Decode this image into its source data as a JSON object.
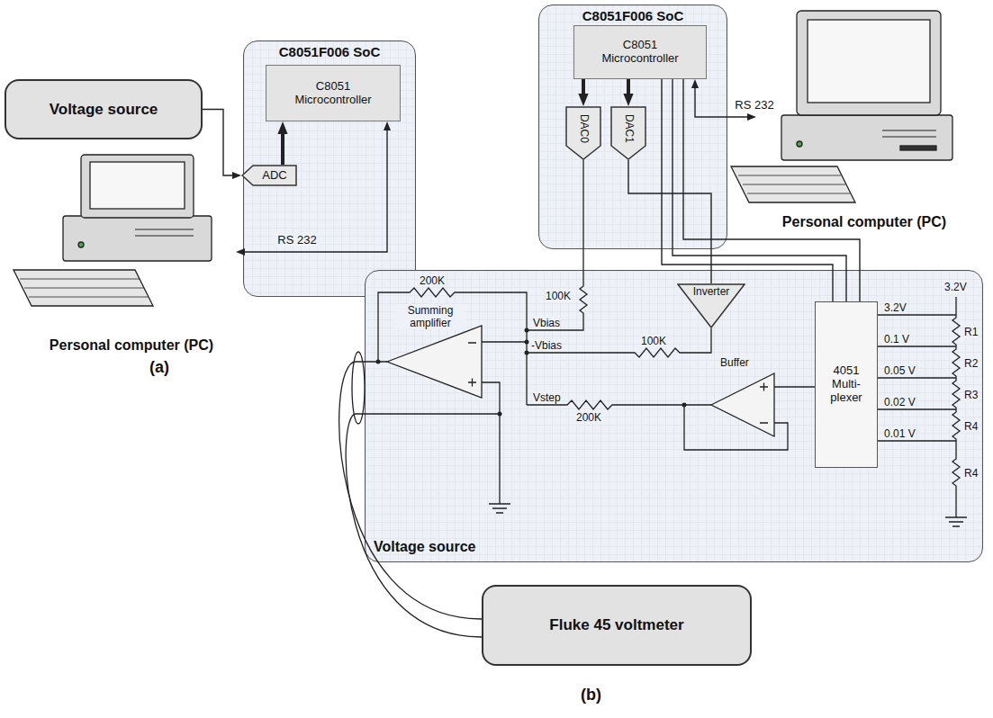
{
  "diagram": {
    "nodes": [
      {
        "text": [
          "Voltage source"
        ]
      },
      {
        "text": [
          "C8051F006 SoC"
        ]
      },
      {
        "text": [
          "C8051 Microcontroller"
        ],
        "in": 1
      },
      {
        "text": [
          "ADC"
        ],
        "in": 1
      },
      {
        "text": [
          "Personal computer (PC)"
        ]
      },
      {
        "text": [
          "C8051F006 SoC"
        ]
      },
      {
        "text": [
          "C8051 Microcontroller"
        ],
        "in": 5
      },
      {
        "text": [
          "DAC0"
        ],
        "in": 5
      },
      {
        "text": [
          "DAC1"
        ],
        "in": 5
      },
      {
        "text": [
          "Personal computer (PC)"
        ]
      },
      {
        "text": [
          "Voltage source"
        ]
      },
      {
        "text": [
          "Inverter"
        ],
        "in": 10
      },
      {
        "text": [
          "4051 Multi- plexer"
        ],
        "in": 10
      },
      {
        "text": [
          "Fluke 45 voltmeter"
        ]
      }
    ],
    "edges": [
      {
        "from": 0,
        "to": 3,
        "arrow": "to"
      },
      {
        "from": 3,
        "to": 2,
        "arrow": "to"
      },
      {
        "from": 2,
        "to": 4,
        "arrow": "both",
        "label": "RS 232"
      },
      {
        "from": 6,
        "to": 7,
        "arrow": "to"
      },
      {
        "from": 6,
        "to": 8,
        "arrow": "to"
      },
      {
        "from": 8,
        "to": 11,
        "arrow": "none"
      },
      {
        "from": 6,
        "to": 12,
        "arrow": "none"
      },
      {
        "from": 6,
        "to": 12,
        "arrow": "none"
      },
      {
        "from": 6,
        "to": 12,
        "arrow": "none"
      },
      {
        "from": 6,
        "to": 9,
        "arrow": "both",
        "label": "RS 232"
      }
    ],
    "labels": [
      "(a)",
      "200K",
      "Summing amplifier",
      "100K",
      "Vbias",
      "-Vbias",
      "100K",
      "Vstep",
      "200K",
      "Buffer",
      "3.2V",
      "3.2V",
      "0.1 V",
      "0.05 V",
      "0.02 V",
      "0.01 V",
      "R1",
      "R2",
      "R3",
      "R4",
      "R4",
      "(b)"
    ]
  }
}
